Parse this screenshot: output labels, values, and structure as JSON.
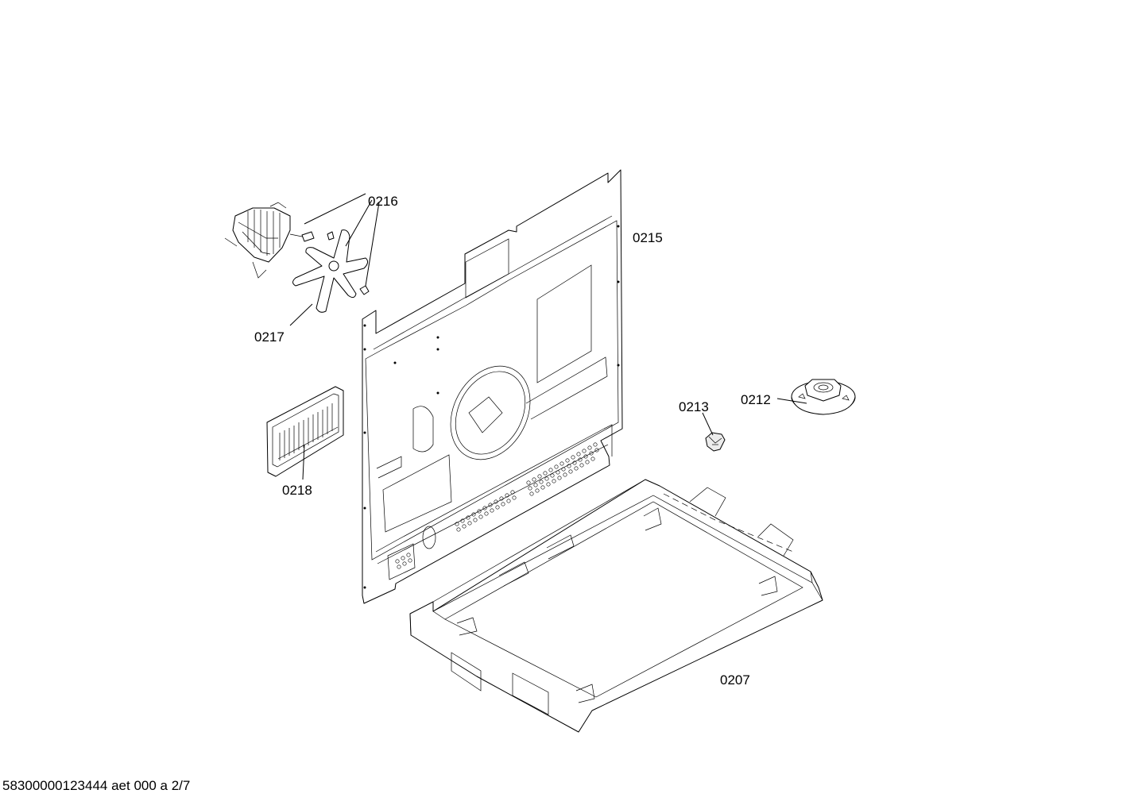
{
  "diagram": {
    "labels": {
      "p0216": "0216",
      "p0215": "0215",
      "p0217": "0217",
      "p0218": "0218",
      "p0213": "0213",
      "p0212": "0212",
      "p0207": "0207"
    },
    "footer": "58300000123444 aet 000 a 2/7"
  }
}
